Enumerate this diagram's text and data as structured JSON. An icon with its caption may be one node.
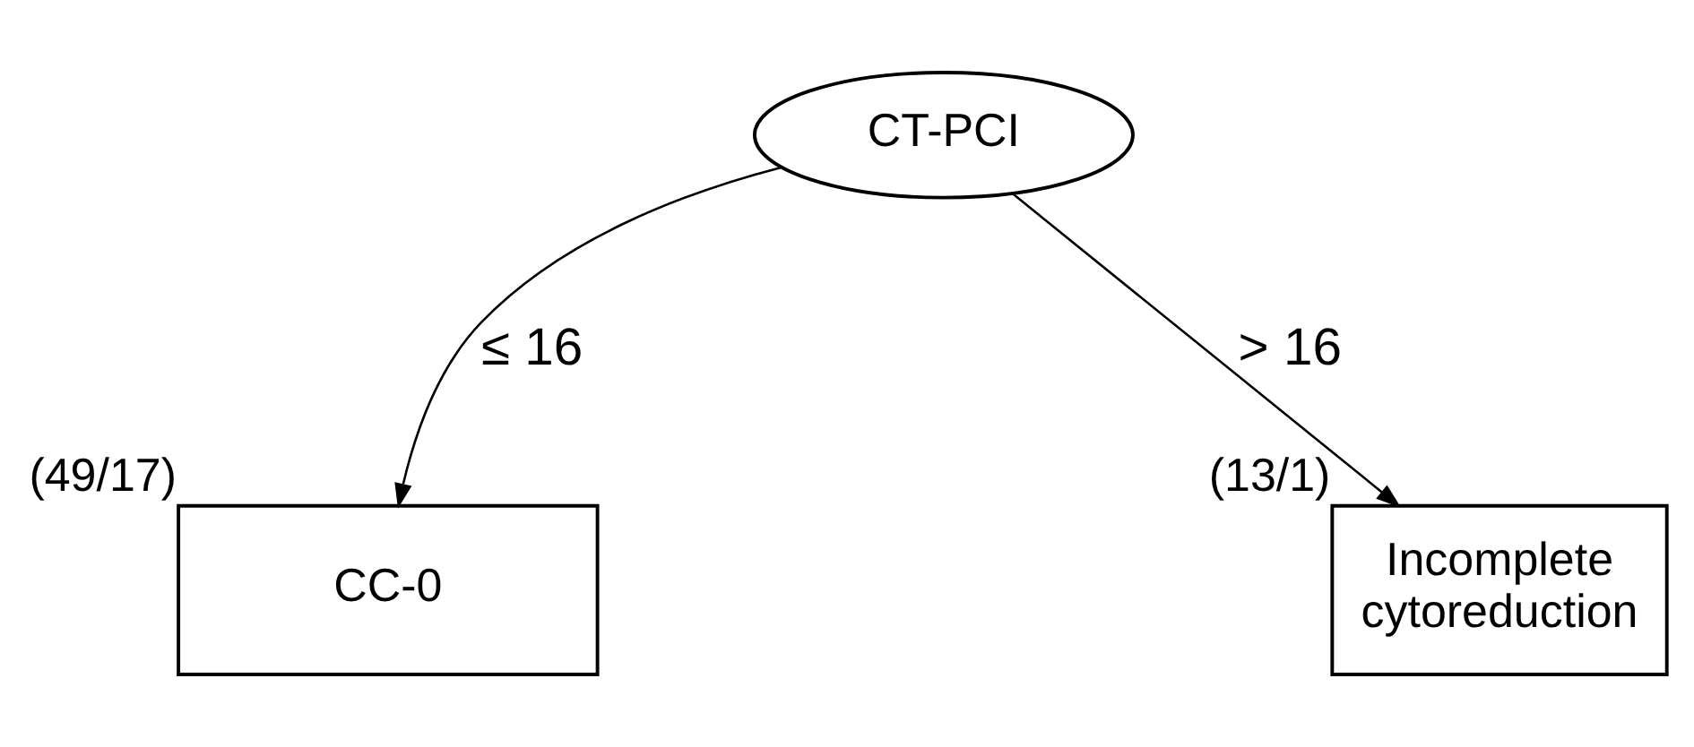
{
  "diagram": {
    "nodes": [
      {
        "text": [
          "CT-PCI"
        ]
      },
      {
        "text": [
          "CC-0"
        ],
        "beside": [
          "(49/17)"
        ]
      },
      {
        "text": [
          "Incomplete cytoreduction"
        ],
        "beside": [
          "(13/1)"
        ]
      }
    ],
    "edges": [
      {
        "from": 0,
        "to": 1,
        "arrow": "to",
        "label": "≤ 16"
      },
      {
        "from": 0,
        "to": 2,
        "arrow": "to",
        "label": "> 16"
      }
    ]
  }
}
